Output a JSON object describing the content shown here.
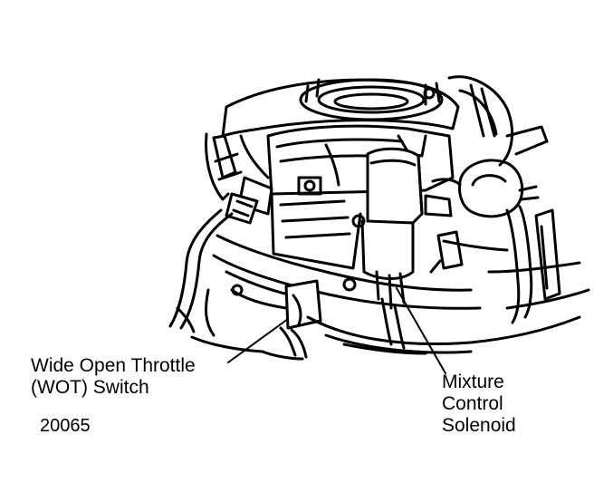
{
  "labels": {
    "wot_switch": {
      "line1": "Wide Open Throttle",
      "line2": "(WOT) Switch"
    },
    "mixture_solenoid": {
      "line1": "Mixture",
      "line2": "Control",
      "line3": "Solenoid"
    }
  },
  "figure_number": "20065",
  "colors": {
    "ink": "#000000",
    "paper": "#ffffff"
  }
}
